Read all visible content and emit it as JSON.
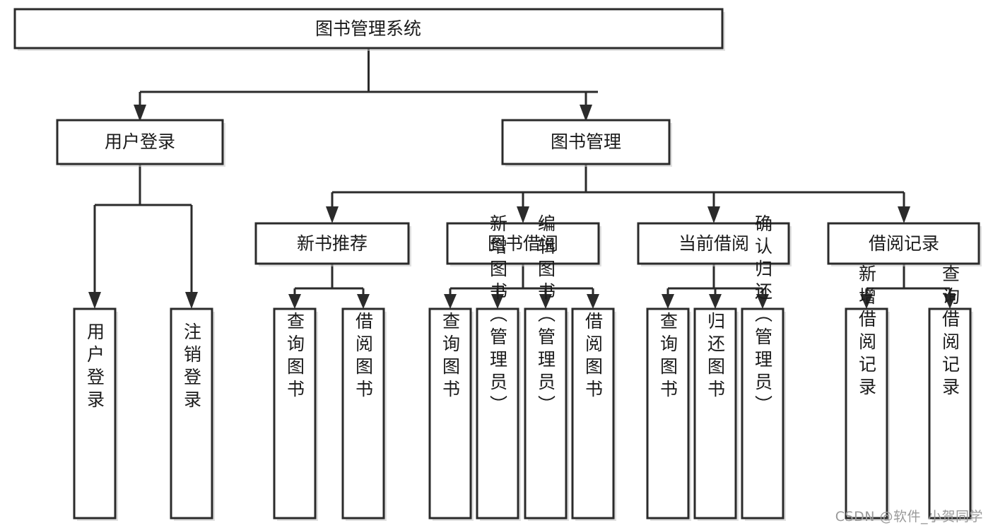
{
  "diagram": {
    "type": "tree-hierarchy",
    "title": "图书管理系统",
    "watermark": "CSDN @软件_小贺同学",
    "colors": {
      "box_stroke": "#2b2b2b",
      "box_fill": "#ffffff",
      "connector": "#2b2b2b",
      "text": "#1a1a1a",
      "watermark": "#9a9a9a"
    },
    "levels": {
      "root": {
        "label": "图书管理系统"
      },
      "level2": [
        {
          "label": "用户登录"
        },
        {
          "label": "图书管理"
        }
      ],
      "level3": [
        {
          "label": "新书推荐"
        },
        {
          "label": "图书借阅"
        },
        {
          "label": "当前借阅"
        },
        {
          "label": "借阅记录"
        }
      ],
      "leaves": {
        "user_login": [
          {
            "label": "用户登录"
          },
          {
            "label": "注销登录"
          }
        ],
        "new_book_recommend": [
          {
            "label": "查询图书"
          },
          {
            "label": "借阅图书"
          }
        ],
        "book_borrow": [
          {
            "label": "查询图书"
          },
          {
            "label": "新增图书（管理员）"
          },
          {
            "label": "编辑图书（管理员）"
          },
          {
            "label": "借阅图书"
          }
        ],
        "current_borrow": [
          {
            "label": "查询图书"
          },
          {
            "label": "归还图书"
          },
          {
            "label": "确认归还（管理员）"
          }
        ],
        "borrow_record": [
          {
            "label": "新增借阅记录"
          },
          {
            "label": "查询借阅记录"
          }
        ]
      }
    }
  }
}
